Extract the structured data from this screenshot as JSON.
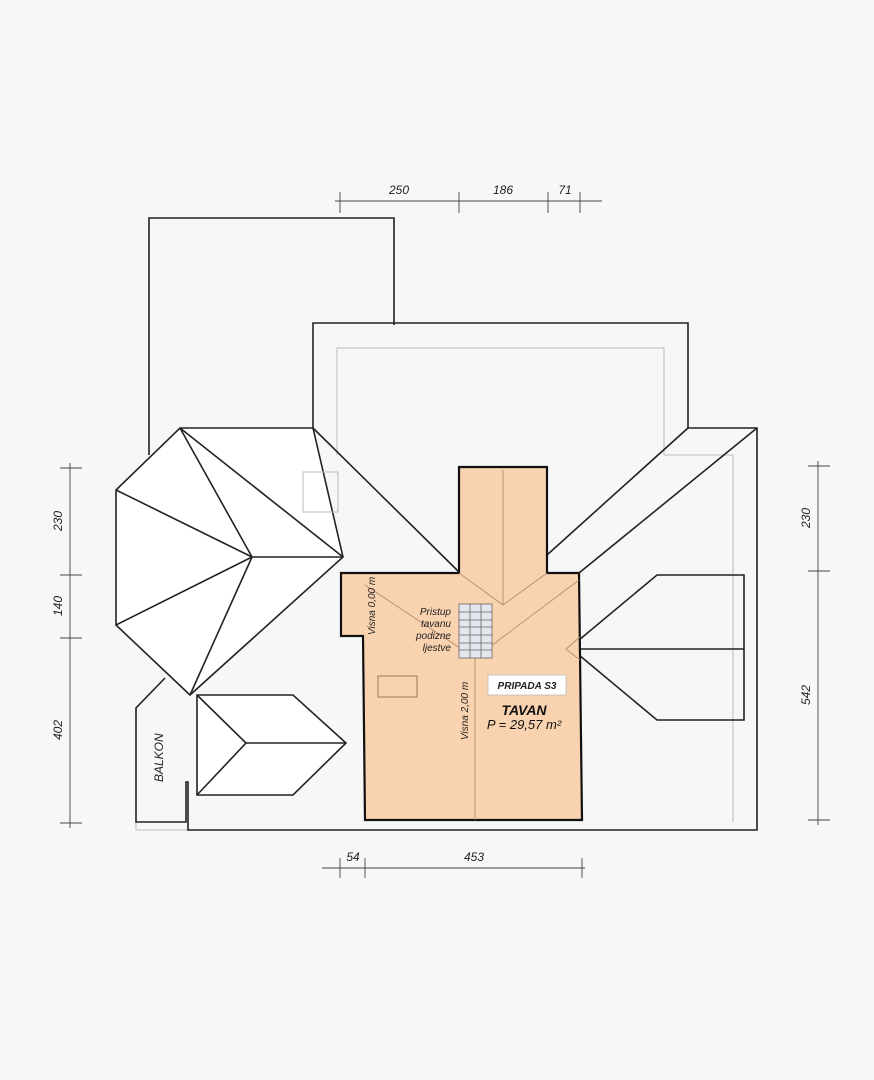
{
  "plan": {
    "room_name": "TAVAN",
    "room_area": "P = 29,57 m²",
    "ownership_label": "PRIPADA S3",
    "access_note": [
      "Pristup",
      "tavanu",
      "podizne",
      "ljestve"
    ],
    "height_low": "Visna 0,00 m",
    "height_high": "Visna 2,00 m",
    "balcony_label": "BALKON",
    "room_fill_color": "#f9d3b0"
  },
  "dimensions": {
    "top": [
      "250",
      "186",
      "71"
    ],
    "left": [
      "230",
      "140",
      "402"
    ],
    "right": [
      "230",
      "542"
    ],
    "bottom": [
      "54",
      "453"
    ]
  }
}
